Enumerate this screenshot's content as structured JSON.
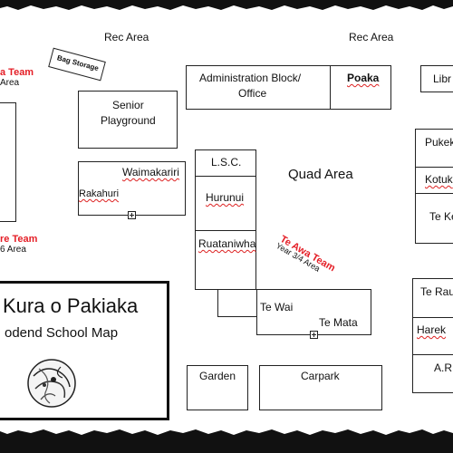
{
  "labels": {
    "rec_area_left": "Rec Area",
    "rec_area_right": "Rec Area",
    "bag_storage": "Bag Storage",
    "team_top_left": "a Team",
    "team_top_left_sub": "Area",
    "team_mid_left": "re Team",
    "team_mid_left_sub": "6 Area",
    "admin_block": "Administration Block/",
    "admin_office": "Office",
    "poaka": "Poaka",
    "libr": "Libr",
    "senior_playground_1": "Senior",
    "senior_playground_2": "Playground",
    "waimakariri": "Waimakariri",
    "rakahuri": "Rakahuri",
    "lsc": "L.S.C.",
    "hurunui": "Hurunui",
    "quad_area": "Quad Area",
    "pukek": "Pukek",
    "kotuk": "Kotuk",
    "te_ke": "Te Ke",
    "ruataniwha": "Ruataniwha",
    "te_awa_team": "Te Awa Team",
    "te_awa_sub": "Year 3/4 Area",
    "te_wai": "Te Wai",
    "te_mata": "Te Mata",
    "te_rau": "Te Rau",
    "harek": "Harek",
    "ar": "A.R.",
    "garden": "Garden",
    "carpark": "Carpark",
    "title_line1": "Kura o Pakiaka",
    "title_line2": "odend School Map"
  },
  "colors": {
    "team_label": "#e41e26",
    "border": "#222222",
    "spellcheck_underline": "#dd2222"
  },
  "icons": [
    "plus-marker-icon",
    "school-logo-icon"
  ]
}
